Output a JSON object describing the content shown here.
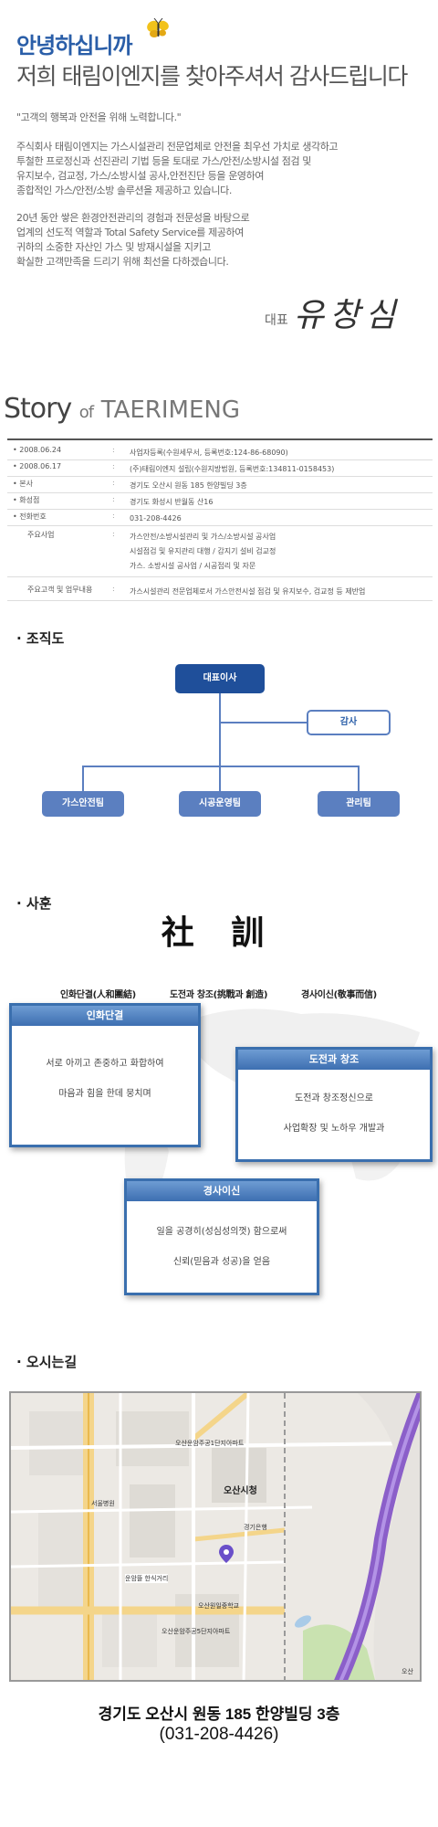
{
  "greeting": {
    "title": "안녕하십니까",
    "subtitle": "저희 태림이엔지를 찾아주셔서 감사드립니다",
    "quote": "\"고객의 행복과 안전을 위해 노력합니다.\"",
    "paragraph1": [
      "주식회사 태림이엔지는 가스시설관리 전문업체로 안전을 최우선 가치로 생각하고",
      "투철한 프로정신과 선진관리 기법 등을 토대로 가스/안전/소방시설 점검 및",
      "유지보수, 검교정, 가스/소방시설 공사,안전진단 등을 운영하여",
      "종합적인 가스/안전/소방 솔루션을 제공하고 있습니다."
    ],
    "paragraph2": [
      "20년 동안 쌓은 환경안전관리의 경험과 전문성을 바탕으로",
      "업계의 선도적 역할과  Total Safety Service를 제공하여",
      "귀하의 소중한 자산인 가스 및 방재시설을 지키고",
      "확실한 고객만족을 드리기 위해 최선을 다하겠습니다."
    ],
    "signature_label": "대표",
    "signature_name": "유창심"
  },
  "story": {
    "title_a": "Story",
    "title_of": "of",
    "title_name": "TAERIMENG",
    "rows": [
      {
        "key": "2008.06.24",
        "value": "사업자등록(수원세무서, 등록번호:124-86-68090)"
      },
      {
        "key": "2008.06.17",
        "value": "(주)태림이엔지 설립(수원지방법원, 등록번호:134811-0158453)"
      },
      {
        "key": "본사",
        "value": "경기도 오산시 원동 185 한양빌딩 3층"
      },
      {
        "key": "화성점",
        "value": "경기도 화성시 반월동 산16"
      },
      {
        "key": "전화번호",
        "value": "031-208-4426"
      },
      {
        "key": "주요사업",
        "value": "가스안전/소방시설관리 및 가스/소방시설 공사업"
      },
      {
        "key": "",
        "value": "시설점검 및 유지관리 대행 / 감지기 설비 검교정"
      },
      {
        "key": "",
        "value": "가스. 소방시설 공사업 / 시공접리 및 자문"
      },
      {
        "key": "주요고객 및 업무내용",
        "value": "가스시설관리 전문업체로서 가스안전시설 점검 및 유지보수, 검교정 등 제반업"
      }
    ]
  },
  "org": {
    "heading": "조직도",
    "ceo": "대표이사",
    "audit": "감사",
    "teams": [
      "가스안전팀",
      "시공운영팀",
      "관리팀"
    ],
    "colors": {
      "ceo": "#1f4f9a",
      "audit_border": "#5b7fc0",
      "team": "#5b7fc0"
    }
  },
  "motto": {
    "heading": "사훈",
    "big": "社 訓",
    "words": [
      "인화단결(人和團結)",
      "도전과 창조(挑戰과 創造)",
      "경사이신(敬事而信)"
    ],
    "cards": [
      {
        "title": "인화단결",
        "lines": [
          "서로 아끼고 존중하고 화합하여",
          "마음과 힘을 한데 뭉치며"
        ]
      },
      {
        "title": "도전과 창조",
        "lines": [
          "도전과 창조정신으로",
          "사업확장 및 노하우 개발과"
        ]
      },
      {
        "title": "경사이신",
        "lines": [
          "일을 공경히(성심성의껏) 함으로써",
          "신뢰(믿음과 성공)을 얻음"
        ]
      }
    ]
  },
  "location": {
    "heading": "오시는길",
    "address": "경기도 오산시 원동 185 한양빌딩 3층",
    "phone": "(031-208-4426)",
    "map_labels": {
      "city_hall": "오산시청",
      "bank": "경기은행",
      "school1": "오산원일중학교",
      "apt1": "오산운암주공1단지아파트",
      "apt2": "오산운암주공5단지아파트",
      "hospital": "서울병원",
      "market": "운암뜰 한식거리",
      "station": "오산"
    }
  }
}
